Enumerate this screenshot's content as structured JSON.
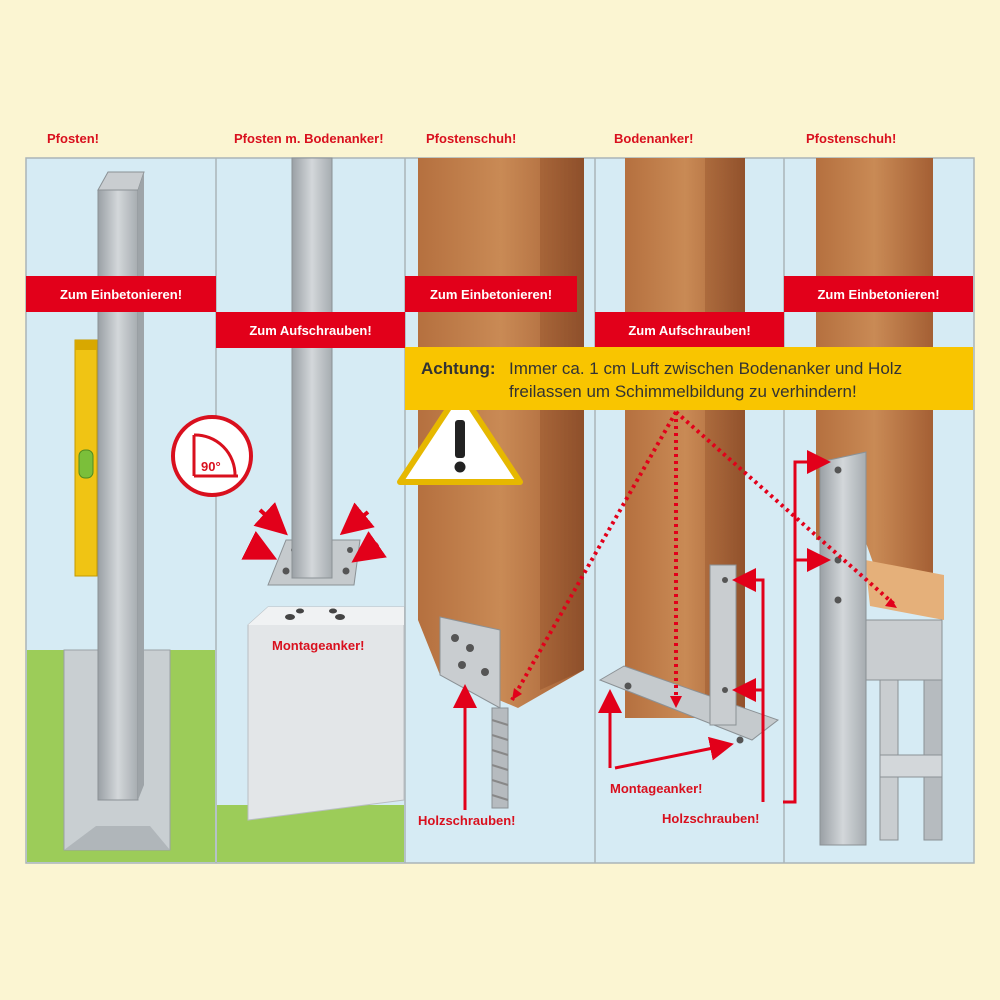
{
  "titles": [
    "Pfosten!",
    "Pfosten m. Bodenanker!",
    "Pfostenschuh!",
    "Bodenanker!",
    "Pfostenschuh!"
  ],
  "banners": {
    "concrete_1": "Zum Einbetonieren!",
    "screw_2": "Zum Aufschrauben!",
    "concrete_3": "Zum Einbetonieren!",
    "screw_4": "Zum Aufschrauben!",
    "concrete_5": "Zum Einbetonieren!"
  },
  "warning": {
    "label": "Achtung:",
    "line1": "Immer ca. 1 cm Luft zwischen Bodenanker und Holz",
    "line2": "freilassen um Schimmelbildung zu verhindern!"
  },
  "angle_label": "90°",
  "labels": {
    "montageanker_2": "Montageanker!",
    "holzschrauben_3": "Holzschrauben!",
    "montageanker_4": "Montageanker!",
    "holzschrauben_4": "Holzschrauben!"
  },
  "colors": {
    "background": "#fbf5d2",
    "panel": "#d6ebf4",
    "accent_red": "#e2001a",
    "warning_yellow": "#f9c500",
    "grass": "#9ccc59",
    "wood": "#b06b3c",
    "steel": "#b9bec2"
  },
  "icons": [
    "warning-triangle-icon",
    "angle-90-icon",
    "spirit-level-icon"
  ]
}
